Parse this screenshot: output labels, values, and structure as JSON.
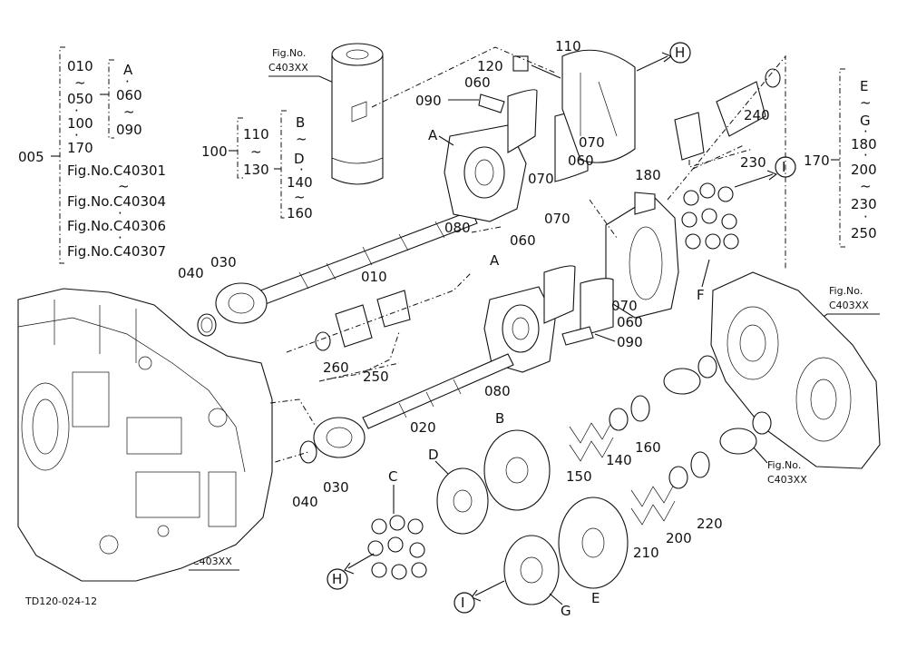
{
  "diagram": {
    "drawing_id": "TD120-024-12",
    "fig_ref": "Fig.No.\nC403XX",
    "groups": {
      "g005": {
        "code": "005",
        "lines": [
          "010",
          "~",
          "050",
          "·",
          "100",
          "·",
          "170",
          "Fig.No.C40301",
          "~",
          "Fig.No.C40304",
          "·",
          "Fig.No.C40306",
          "·",
          "Fig.No.C40307"
        ],
        "sub_a": [
          "A",
          "·",
          "060",
          "~",
          "090"
        ]
      },
      "g100": {
        "code": "100",
        "lines": [
          "110",
          "~",
          "130"
        ],
        "sub_b": [
          "B",
          "~",
          "D",
          "·",
          "140",
          "~",
          "160"
        ]
      },
      "g170": {
        "code": "170",
        "lines": [
          "E",
          "~",
          "G",
          "·",
          "180",
          "·",
          "200",
          "~",
          "230",
          "·",
          "250"
        ]
      }
    },
    "callouts": {
      "c110": "110",
      "c120": "120",
      "c060a": "060",
      "c090a": "090",
      "c070a": "070",
      "c070b": "070",
      "c060b": "060",
      "cA1": "A",
      "c080a": "080",
      "c240": "240",
      "c230": "230",
      "c180": "180",
      "cF": "F",
      "c030a": "030",
      "c040a": "040",
      "c010": "010",
      "c070c": "070",
      "c060c": "060",
      "cA2": "A",
      "c070d": "070",
      "c060d": "060",
      "c090b": "090",
      "c260": "260",
      "c250": "250",
      "c080b": "080",
      "c020": "020",
      "cB": "B",
      "c150": "150",
      "c140": "140",
      "c160": "160",
      "c030b": "030",
      "c040b": "040",
      "cD": "D",
      "cC": "C",
      "c210": "210",
      "c200": "200",
      "c220": "220",
      "cE": "E",
      "cG": "G"
    },
    "tags": {
      "H": "H",
      "I": "I"
    }
  }
}
